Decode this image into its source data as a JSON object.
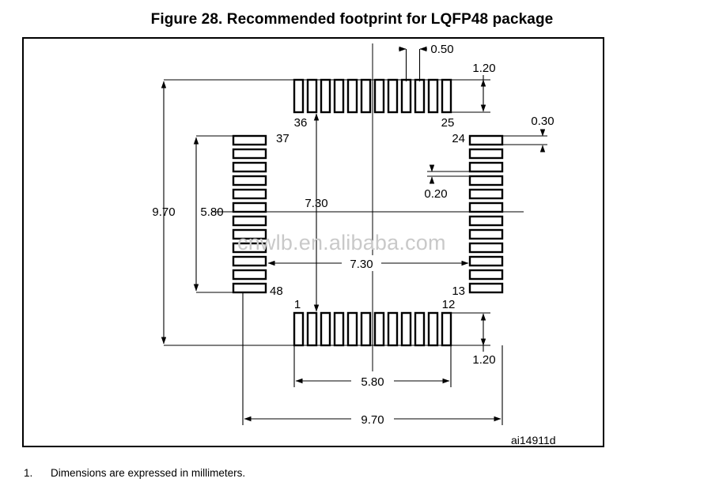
{
  "figure": {
    "title": "Figure 28. Recommended footprint for LQFP48 package",
    "reference_id": "ai14911d",
    "watermark": "cnwlb.en.alibaba.com"
  },
  "footnotes": [
    {
      "number": "1.",
      "text": "Dimensions are expressed in millimeters."
    }
  ],
  "dimensions": {
    "pitch": "0.50",
    "pad_length_top": "1.20",
    "pad_length_bottom": "1.20",
    "pad_width": "0.30",
    "pad_gap": "0.20",
    "outer_span_vertical": "9.70",
    "outer_span_horizontal": "9.70",
    "inner_span_vertical": "5.80",
    "inner_span_horizontal": "5.80",
    "center_span_vertical": "7.30",
    "center_span_horizontal": "7.30"
  },
  "pins": {
    "top_left": "36",
    "top_right": "25",
    "left_top": "37",
    "left_bottom": "48",
    "right_top": "24",
    "right_bottom": "13",
    "bottom_left": "1",
    "bottom_right": "12"
  },
  "package": {
    "name": "LQFP48",
    "pad_count_per_side": 12,
    "total_pads": 48
  },
  "chart_data": {
    "type": "diagram",
    "title": "Recommended footprint for LQFP48 package",
    "units": "mm",
    "sides": [
      {
        "side": "top",
        "pads": 12,
        "first_pin": "25",
        "last_pin": "36",
        "orientation": "vertical"
      },
      {
        "side": "left",
        "pads": 12,
        "first_pin": "37",
        "last_pin": "48",
        "orientation": "horizontal"
      },
      {
        "side": "bottom",
        "pads": 12,
        "first_pin": "1",
        "last_pin": "12",
        "orientation": "vertical"
      },
      {
        "side": "right",
        "pads": 12,
        "first_pin": "13",
        "last_pin": "24",
        "orientation": "horizontal"
      }
    ],
    "measurements": [
      {
        "label": "0.50",
        "meaning": "pad pitch"
      },
      {
        "label": "1.20",
        "meaning": "pad length"
      },
      {
        "label": "0.30",
        "meaning": "pad width"
      },
      {
        "label": "0.20",
        "meaning": "gap between pads"
      },
      {
        "label": "5.80",
        "meaning": "inner pad span"
      },
      {
        "label": "7.30",
        "meaning": "pad centerline span"
      },
      {
        "label": "9.70",
        "meaning": "outer pad span"
      }
    ]
  }
}
